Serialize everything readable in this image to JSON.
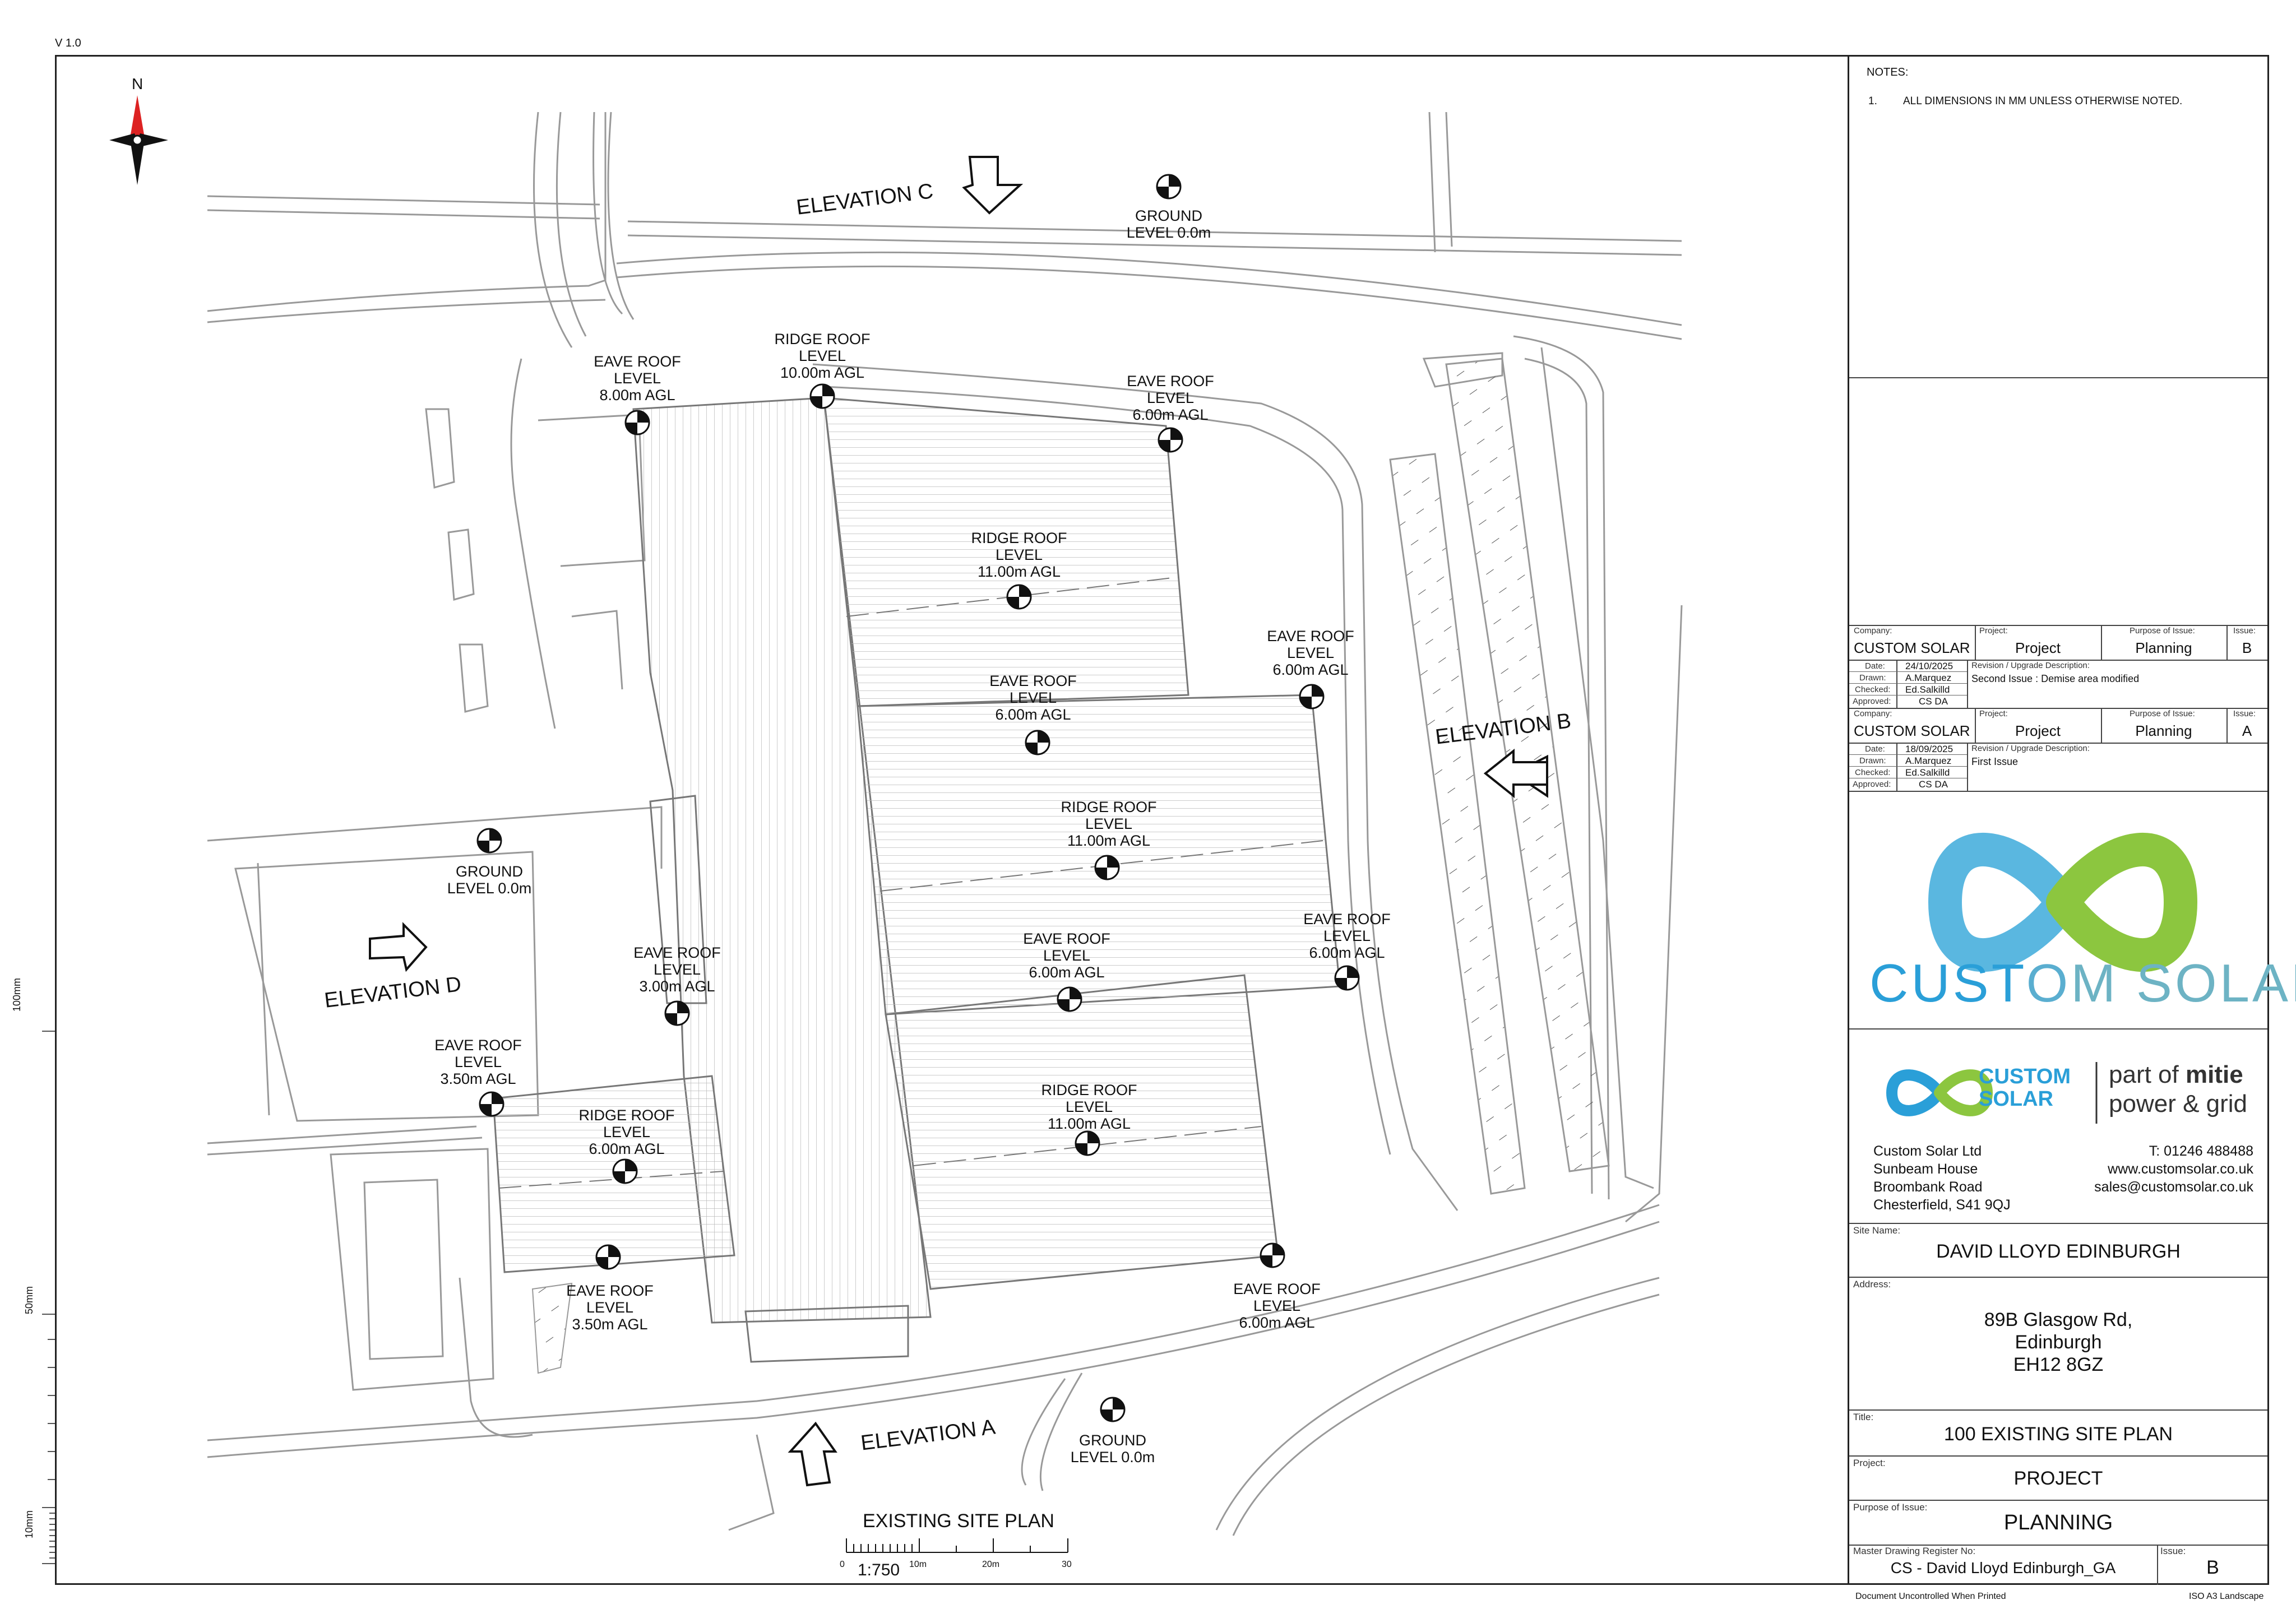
{
  "version": "V 1.0",
  "north": "N",
  "notes": {
    "heading": "NOTES:",
    "items": [
      {
        "num": "1.",
        "text": "ALL DIMENSIONS IN MM UNLESS OTHERWISE NOTED."
      }
    ]
  },
  "elevations": {
    "a": "ELEVATION A",
    "b": "ELEVATION B",
    "c": "ELEVATION C",
    "d": "ELEVATION D"
  },
  "levels": {
    "ground_top": [
      "GROUND",
      "LEVEL 0.0m"
    ],
    "ground_left": [
      "GROUND",
      "LEVEL 0.0m"
    ],
    "ground_bottom": [
      "GROUND",
      "LEVEL 0.0m"
    ],
    "eave_8": [
      "EAVE ROOF",
      "LEVEL",
      "8.00m AGL"
    ],
    "ridge_10": [
      "RIDGE ROOF",
      "LEVEL",
      "10.00m AGL"
    ],
    "eave_6_top": [
      "EAVE ROOF",
      "LEVEL",
      "6.00m AGL"
    ],
    "ridge_11_a": [
      "RIDGE ROOF",
      "LEVEL",
      "11.00m AGL"
    ],
    "eave_6_b": [
      "EAVE ROOF",
      "LEVEL",
      "6.00m AGL"
    ],
    "eave_6_right": [
      "EAVE ROOF",
      "LEVEL",
      "6.00m AGL"
    ],
    "ridge_11_b": [
      "RIDGE ROOF",
      "LEVEL",
      "11.00m AGL"
    ],
    "eave_3": [
      "EAVE ROOF",
      "LEVEL",
      "3.00m AGL"
    ],
    "eave_6_c": [
      "EAVE ROOF",
      "LEVEL",
      "6.00m AGL"
    ],
    "eave_6_right2": [
      "EAVE ROOF",
      "LEVEL",
      "6.00m AGL"
    ],
    "eave_35_left": [
      "EAVE ROOF",
      "LEVEL",
      "3.50m AGL"
    ],
    "ridge_6": [
      "RIDGE ROOF",
      "LEVEL",
      "6.00m AGL"
    ],
    "ridge_11_c": [
      "RIDGE ROOF",
      "LEVEL",
      "11.00m AGL"
    ],
    "eave_35_bottom": [
      "EAVE ROOF",
      "LEVEL",
      "3.50m AGL"
    ],
    "eave_6_bottom": [
      "EAVE ROOF",
      "LEVEL",
      "6.00m AGL"
    ]
  },
  "plan_title": "EXISTING SITE PLAN",
  "scale": {
    "ratio": "1:750",
    "ticks": [
      "0",
      "10m",
      "20m",
      "30"
    ]
  },
  "ruler": {
    "r100": "100mm",
    "r50": "50mm",
    "r10": "10mm"
  },
  "revisions": [
    {
      "company_label": "Company:",
      "company": "CUSTOM SOLAR",
      "project_label": "Project:",
      "project": "Project",
      "purpose_label": "Purpose of Issue:",
      "purpose": "Planning",
      "issue_label": "Issue:",
      "issue": "B",
      "date_label": "Date:",
      "date": "24/10/2025",
      "drawn_label": "Drawn:",
      "drawn": "A.Marquez",
      "checked_label": "Checked:",
      "checked": "Ed.Salkilld",
      "approved_label": "Approved:",
      "approved": "CS DA",
      "desc_label": "Revision / Upgrade Description:",
      "desc": "Second Issue : Demise area modified"
    },
    {
      "company_label": "Company:",
      "company": "CUSTOM SOLAR",
      "project_label": "Project:",
      "project": "Project",
      "purpose_label": "Purpose of Issue:",
      "purpose": "Planning",
      "issue_label": "Issue:",
      "issue": "A",
      "date_label": "Date:",
      "date": "18/09/2025",
      "drawn_label": "Drawn:",
      "drawn": "A.Marquez",
      "checked_label": "Checked:",
      "checked": "Ed.Salkilld",
      "approved_label": "Approved:",
      "approved": "CS DA",
      "desc_label": "Revision / Upgrade Description:",
      "desc": "First Issue"
    }
  ],
  "logo": {
    "word1": "CUST",
    "word2": "O",
    "word3": "M SOLAR",
    "small1": "CUSTOM",
    "small2": "SOLAR",
    "partof": "part of",
    "mitie": "mitie",
    "pg": "power & grid",
    "c_blue": "#2a9fd8",
    "c_green": "#8cc63f"
  },
  "company": {
    "address": [
      "Custom Solar Ltd",
      "Sunbeam House",
      "Broombank Road",
      "Chesterfield, S41 9QJ"
    ],
    "contact": [
      "T: 01246 488488",
      "www.customsolar.co.uk",
      "sales@customsolar.co.uk"
    ]
  },
  "site": {
    "label": "Site Name:",
    "value": "DAVID LLOYD EDINBURGH"
  },
  "address": {
    "label": "Address:",
    "lines": [
      "89B Glasgow Rd,",
      "Edinburgh",
      "EH12 8GZ"
    ]
  },
  "title": {
    "label": "Title:",
    "value": "100 EXISTING SITE PLAN"
  },
  "project": {
    "label": "Project:",
    "value": "PROJECT"
  },
  "purpose": {
    "label": "Purpose of Issue:",
    "value": "PLANNING"
  },
  "register": {
    "label": "Master Drawing Register No:",
    "value": "CS - David Lloyd Edinburgh_GA",
    "issue_label": "Issue:",
    "issue": "B"
  },
  "footer": {
    "left": "Document Uncontrolled When Printed",
    "right": "ISO A3 Landscape"
  }
}
